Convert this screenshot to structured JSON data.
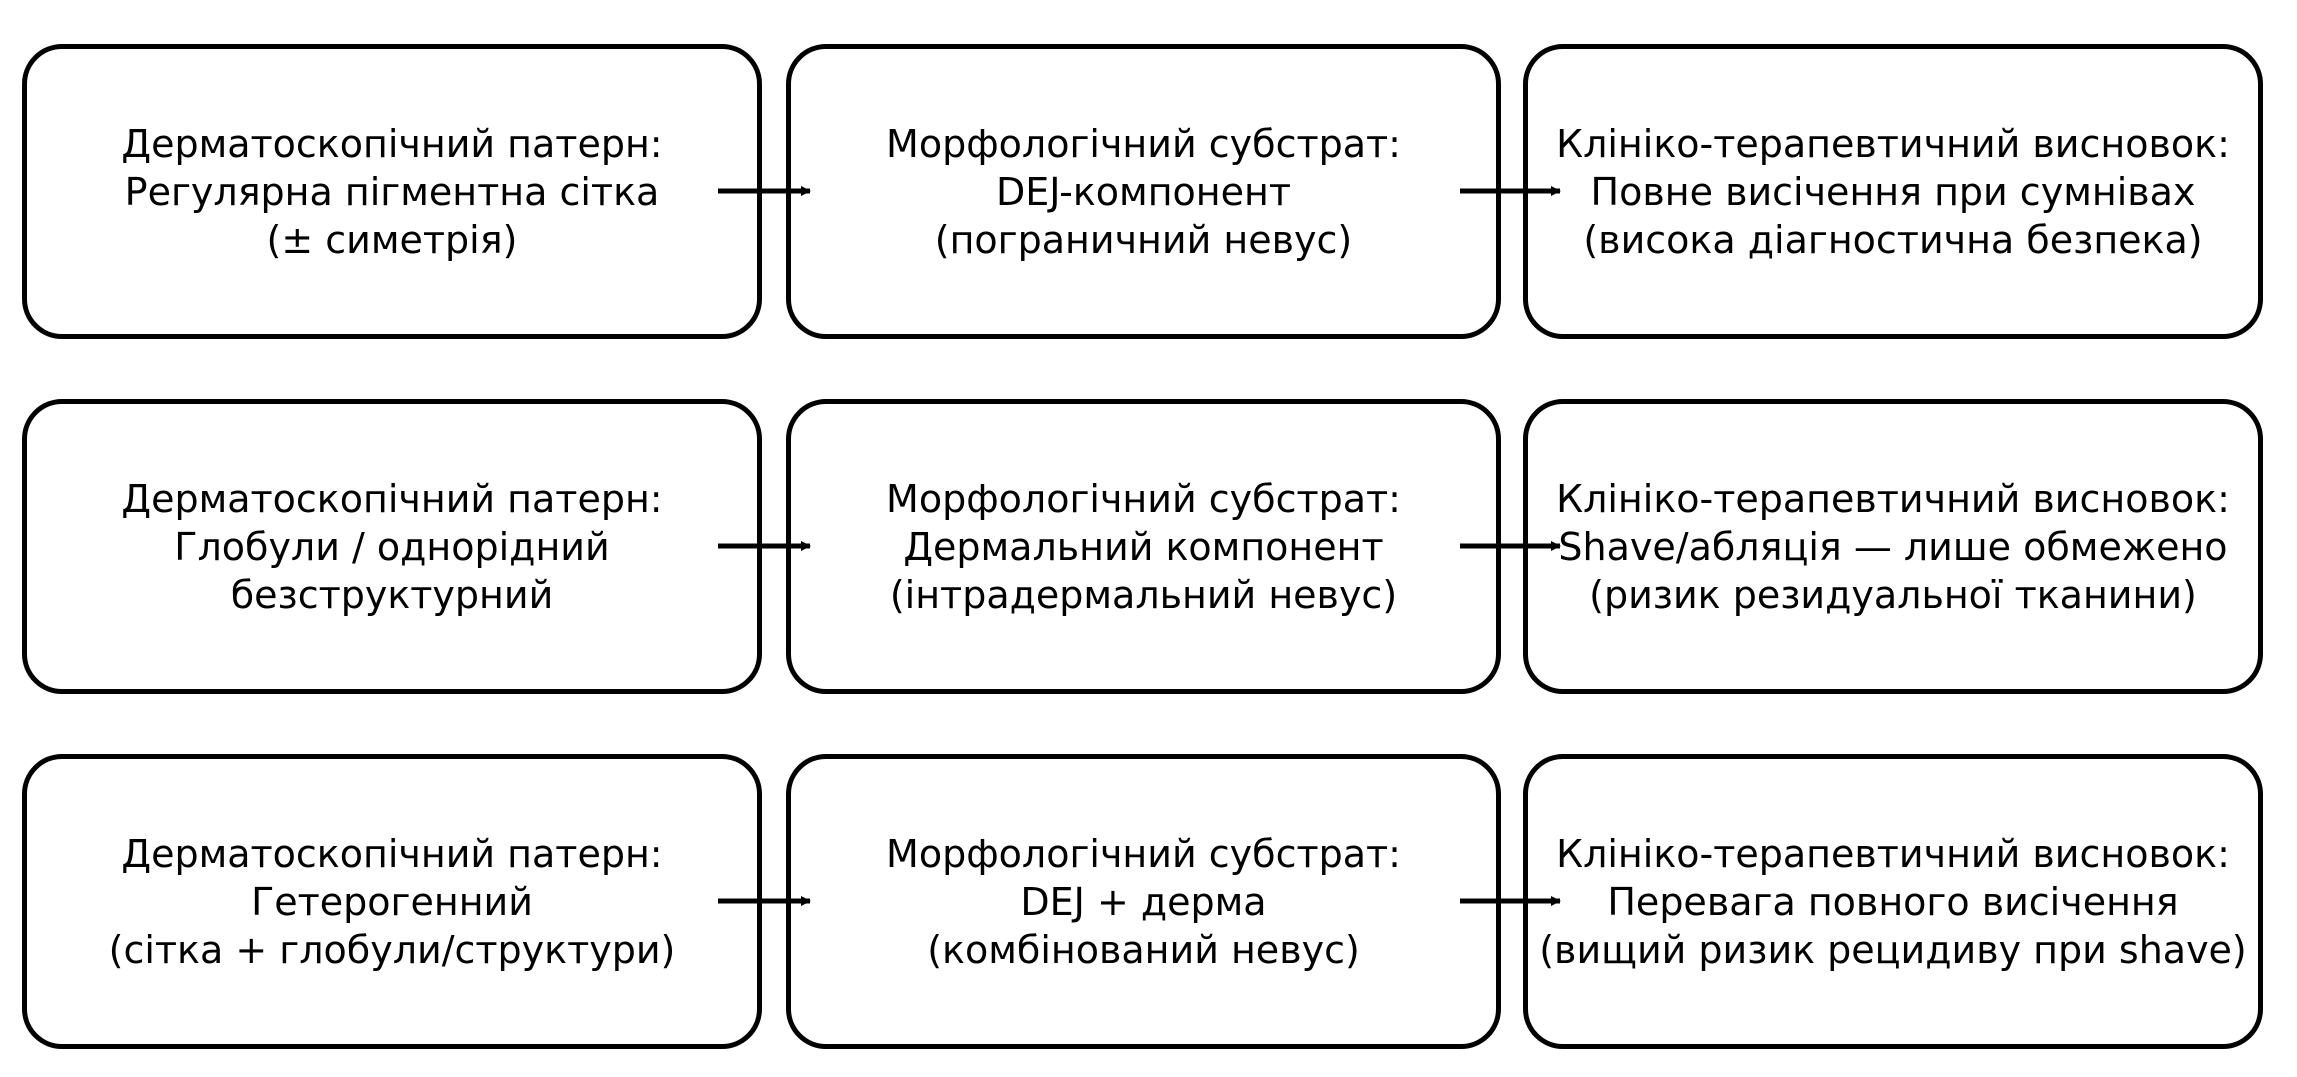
{
  "rows": [
    {
      "pattern": {
        "heading": "Дерматоскопічний патерн:",
        "line1": "Регулярна пігментна сітка",
        "line2": "(± симетрія)"
      },
      "substrate": {
        "heading": "Морфологічний субстрат:",
        "line1": "DEJ-компонент",
        "line2": "(пограничний невус)"
      },
      "conclusion": {
        "heading": "Клініко-терапевтичний висновок:",
        "line1": "Повне висічення при сумнівах",
        "line2": "(висока діагностична безпека)"
      }
    },
    {
      "pattern": {
        "heading": "Дерматоскопічний патерн:",
        "line1": "Глобули / однорідний",
        "line2": "безструктурний"
      },
      "substrate": {
        "heading": "Морфологічний субстрат:",
        "line1": "Дермальний компонент",
        "line2": "(інтрадермальний невус)"
      },
      "conclusion": {
        "heading": "Клініко-терапевтичний висновок:",
        "line1": "Shave/абляція — лише обмежено",
        "line2": "(ризик резидуальної тканини)"
      }
    },
    {
      "pattern": {
        "heading": "Дерматоскопічний патерн:",
        "line1": "Гетерогенний",
        "line2": "(сітка + глобули/структури)"
      },
      "substrate": {
        "heading": "Морфологічний субстрат:",
        "line1": "DEJ + дерма",
        "line2": "(комбінований невус)"
      },
      "conclusion": {
        "heading": "Клініко-терапевтичний висновок:",
        "line1": "Перевага повного висічення",
        "line2": "(вищий ризик рецидиву при shave)"
      }
    }
  ],
  "colors": {
    "stroke": "#000000",
    "background": "#ffffff",
    "text": "#000000"
  }
}
